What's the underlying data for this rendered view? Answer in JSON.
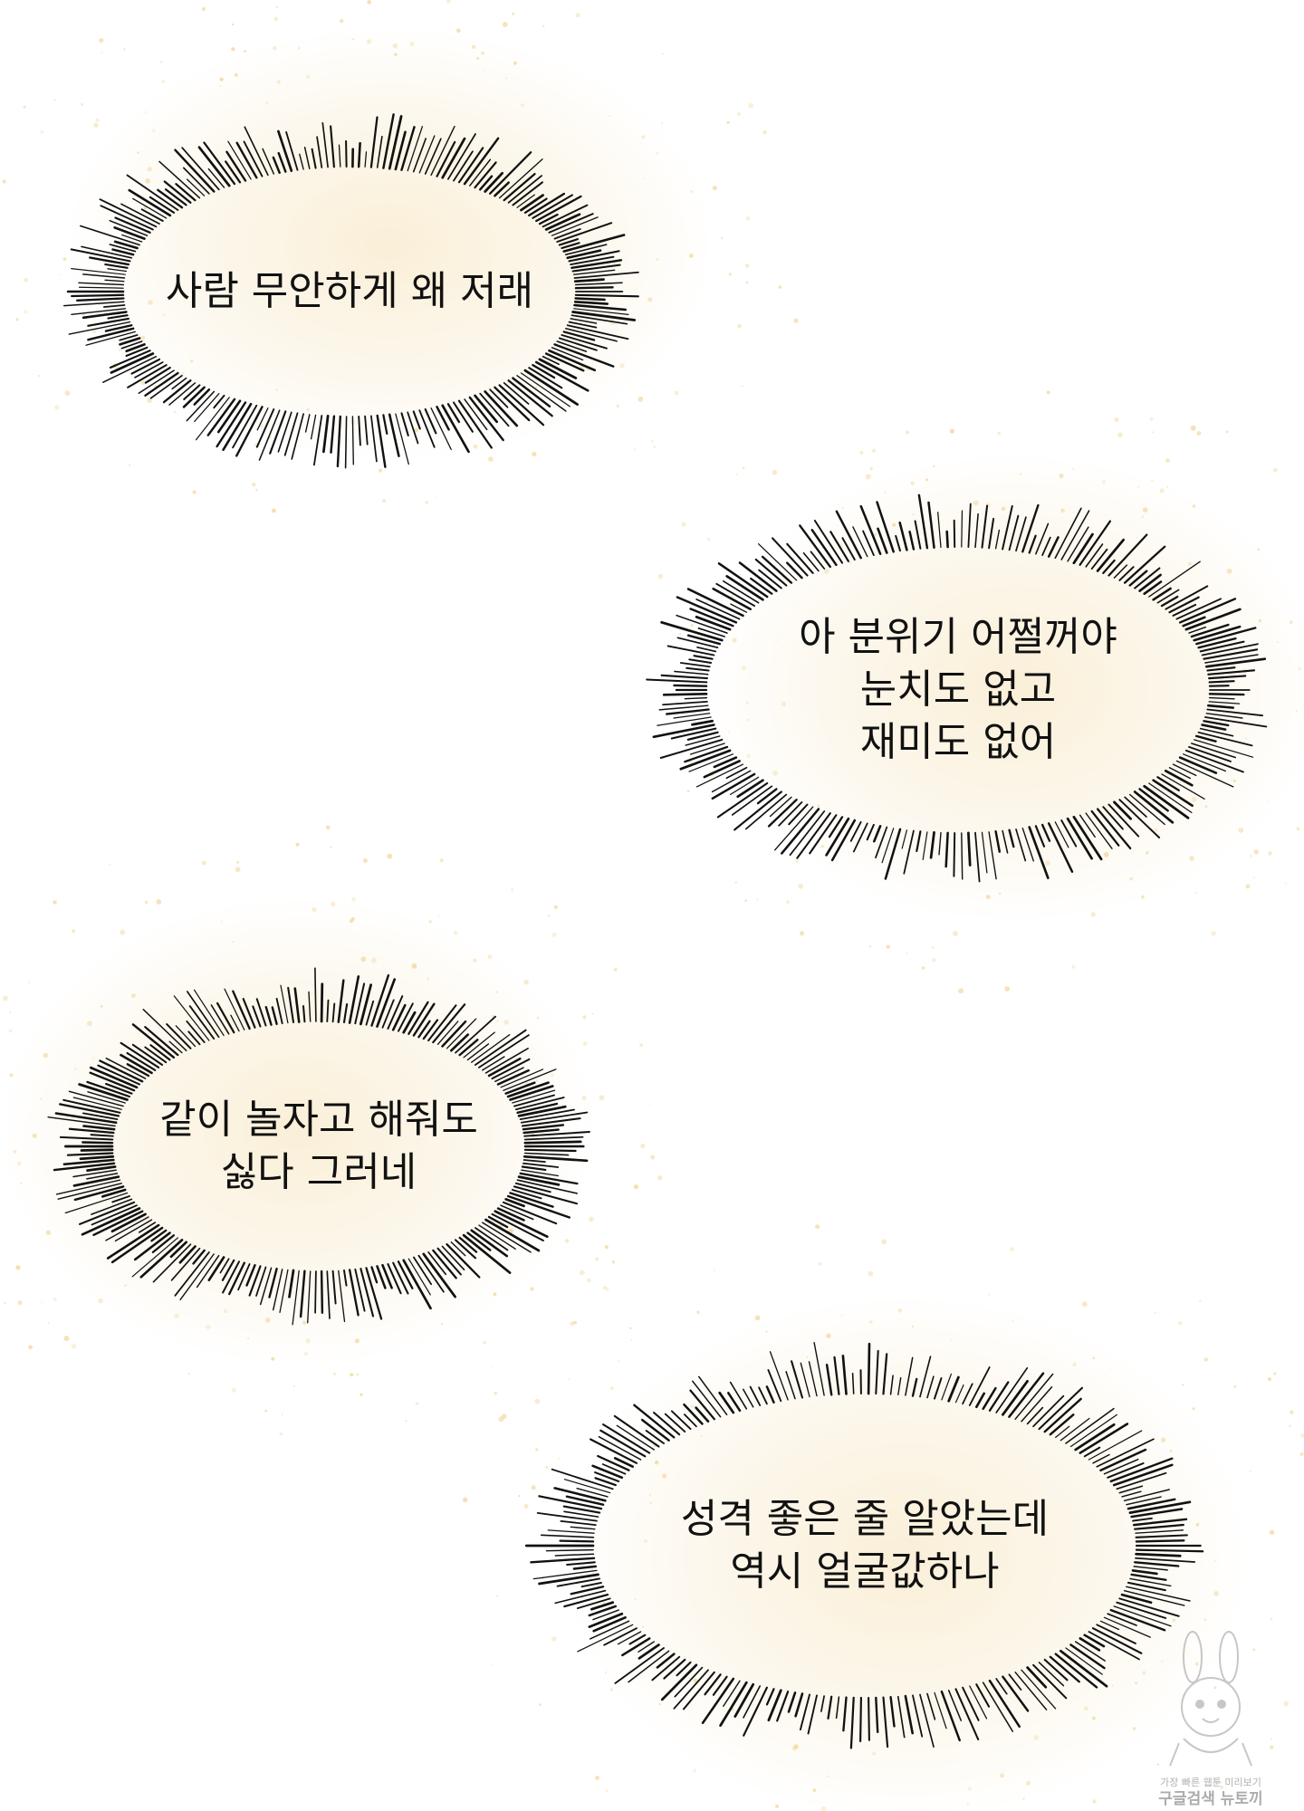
{
  "colors": {
    "background": "#ffffff",
    "burst_lines": "#111111",
    "sparkle_glow": "#f3d9a2",
    "text": "#111111"
  },
  "bubbles": [
    {
      "lines": [
        "사람 무안하게 왜 저래"
      ]
    },
    {
      "lines": [
        "아 분위기 어쩔꺼야",
        "눈치도 없고",
        "재미도 없어"
      ]
    },
    {
      "lines": [
        "같이 놀자고 해줘도",
        "싫다 그러네"
      ]
    },
    {
      "lines": [
        "성격 좋은 줄 알았는데",
        "역시 얼굴값하나"
      ]
    }
  ],
  "watermark": {
    "line1": "가장 빠른 웹툰 미리보기",
    "line2": "구글검색 뉴토끼",
    "icon": "bunny-mascot-icon"
  }
}
